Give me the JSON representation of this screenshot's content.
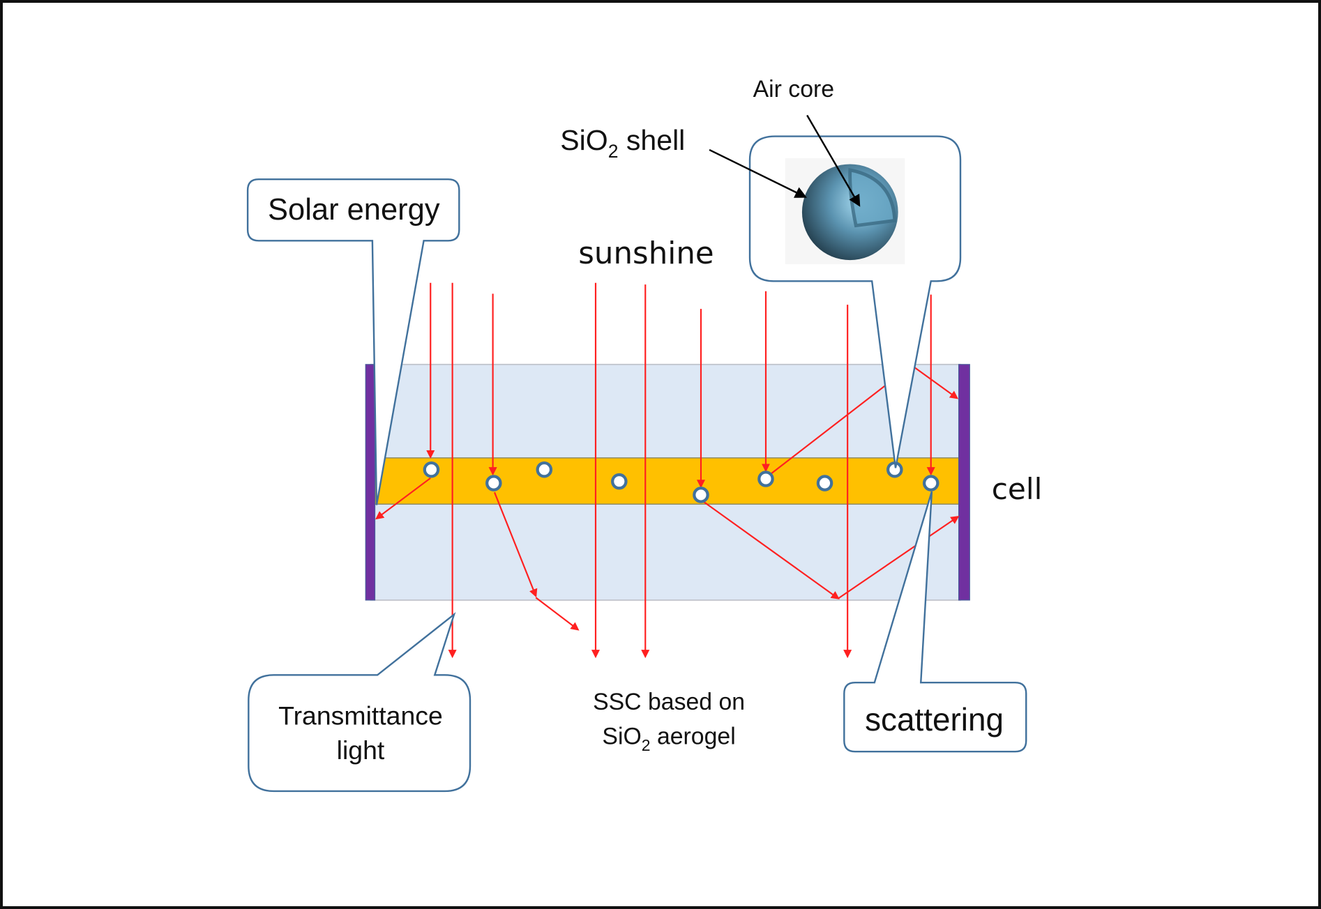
{
  "labels": {
    "air_core": "Air core",
    "sio2_shell_prefix": "SiO",
    "sio2_shell_sub": "2",
    "sio2_shell_suffix": " shell",
    "solar_energy": "Solar energy",
    "sunshine": "sunshine",
    "cell": "cell",
    "transmittance_line1": "Transmittance",
    "transmittance_line2": "light",
    "ssc_line1": "SSC based on",
    "ssc_line2_prefix": "SiO",
    "ssc_line2_sub": "2",
    "ssc_line2_suffix": " aerogel",
    "scattering": "scattering"
  },
  "colors": {
    "ray": "#ff2020",
    "callout_stroke": "#41719c",
    "panel_fill": "#dde8f5",
    "band_fill": "#ffc000",
    "cell_bar": "#7030a0",
    "particle_ring": "#41719c",
    "sphere": "#5b93b0"
  }
}
